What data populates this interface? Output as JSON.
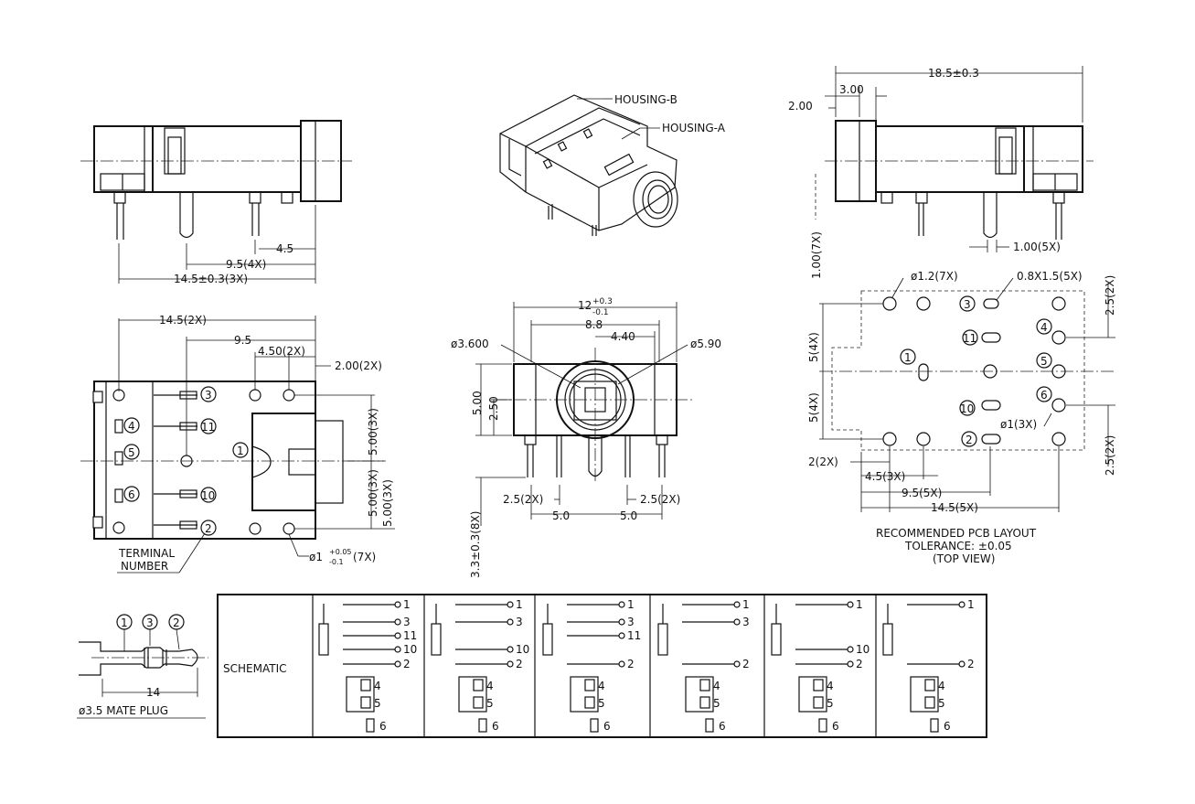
{
  "colors": {
    "line": "#111111",
    "background": "#ffffff"
  },
  "side_view_left": {
    "dims": {
      "d1": "4.5",
      "d2": "9.5(4X)",
      "d3": "14.5±0.3(3X)"
    }
  },
  "iso_view": {
    "housing_b": "HOUSING-B",
    "housing_a": "HOUSING-A"
  },
  "side_view_right": {
    "dims": {
      "top": "18.5±0.3",
      "d300": "3.00",
      "d200": "2.00",
      "pin": "1.00(5X)",
      "vert": "1.00(7X)"
    }
  },
  "top_view": {
    "dims": {
      "w145": "14.5(2X)",
      "w95": "9.5",
      "w450": "4.50(2X)",
      "w200": "2.00(2X)",
      "v500a": "5.00(3X)",
      "v500b": "5.00(3X)",
      "v500c": "5.00(3X)"
    },
    "terminals": [
      "3",
      "4",
      "5",
      "6",
      "11",
      "1",
      "10",
      "2"
    ],
    "terminal_label_1": "TERMINAL",
    "terminal_label_2": "NUMBER",
    "hole_note": "ø1",
    "hole_tol_up": "+0.05",
    "hole_tol_dn": "-0.1",
    "hole_count": "(7X)"
  },
  "front_view": {
    "dims": {
      "w12": "12",
      "w12_up": "+0.3",
      "w12_dn": "-0.1",
      "w88": "8.8",
      "w440": "4.40",
      "d3600": "ø3.600",
      "d590": "ø5.90",
      "h500": "5.00",
      "h250": "2.50",
      "pin25a": "2.5(2X)",
      "pin25b": "2.5(2X)",
      "pin50a": "5.0",
      "pin50b": "5.0",
      "pinlen": "3.3±0.3(8X)"
    }
  },
  "pcb_layout": {
    "dims": {
      "hole12": "ø1.2(7X)",
      "slot": "0.8X1.5(5X)",
      "r25top": "2.5(2X)",
      "r25bot": "2.5(2X)",
      "l5a": "5(4X)",
      "l5b": "5(4X)",
      "hole1": "ø1(3X)",
      "l2": "2(2X)",
      "b45": "4.5(3X)",
      "b95": "9.5(5X)",
      "b145": "14.5(5X)"
    },
    "terminals": [
      "3",
      "11",
      "4",
      "1",
      "5",
      "10",
      "6",
      "2"
    ],
    "caption": [
      "RECOMMENDED PCB LAYOUT",
      "TOLERANCE: ±0.05",
      "(TOP VIEW)"
    ]
  },
  "mate_plug": {
    "label": "ø3.5 MATE PLUG",
    "dim": "14",
    "contacts": [
      "1",
      "3",
      "2"
    ]
  },
  "schematic": {
    "title": "SCHEMATIC",
    "panels": [
      {
        "pins": [
          "1",
          "3",
          "11",
          "10",
          "2"
        ],
        "contacts": [
          "4",
          "5",
          "6"
        ]
      },
      {
        "pins": [
          "1",
          "3",
          "10",
          "2"
        ],
        "contacts": [
          "4",
          "5",
          "6"
        ]
      },
      {
        "pins": [
          "1",
          "3",
          "11",
          "2"
        ],
        "contacts": [
          "4",
          "5",
          "6"
        ]
      },
      {
        "pins": [
          "1",
          "3",
          "2"
        ],
        "contacts": [
          "4",
          "5",
          "6"
        ]
      },
      {
        "pins": [
          "1",
          "10",
          "2"
        ],
        "contacts": [
          "4",
          "5",
          "6"
        ]
      },
      {
        "pins": [
          "1",
          "2"
        ],
        "contacts": [
          "4",
          "5",
          "6"
        ]
      }
    ]
  }
}
